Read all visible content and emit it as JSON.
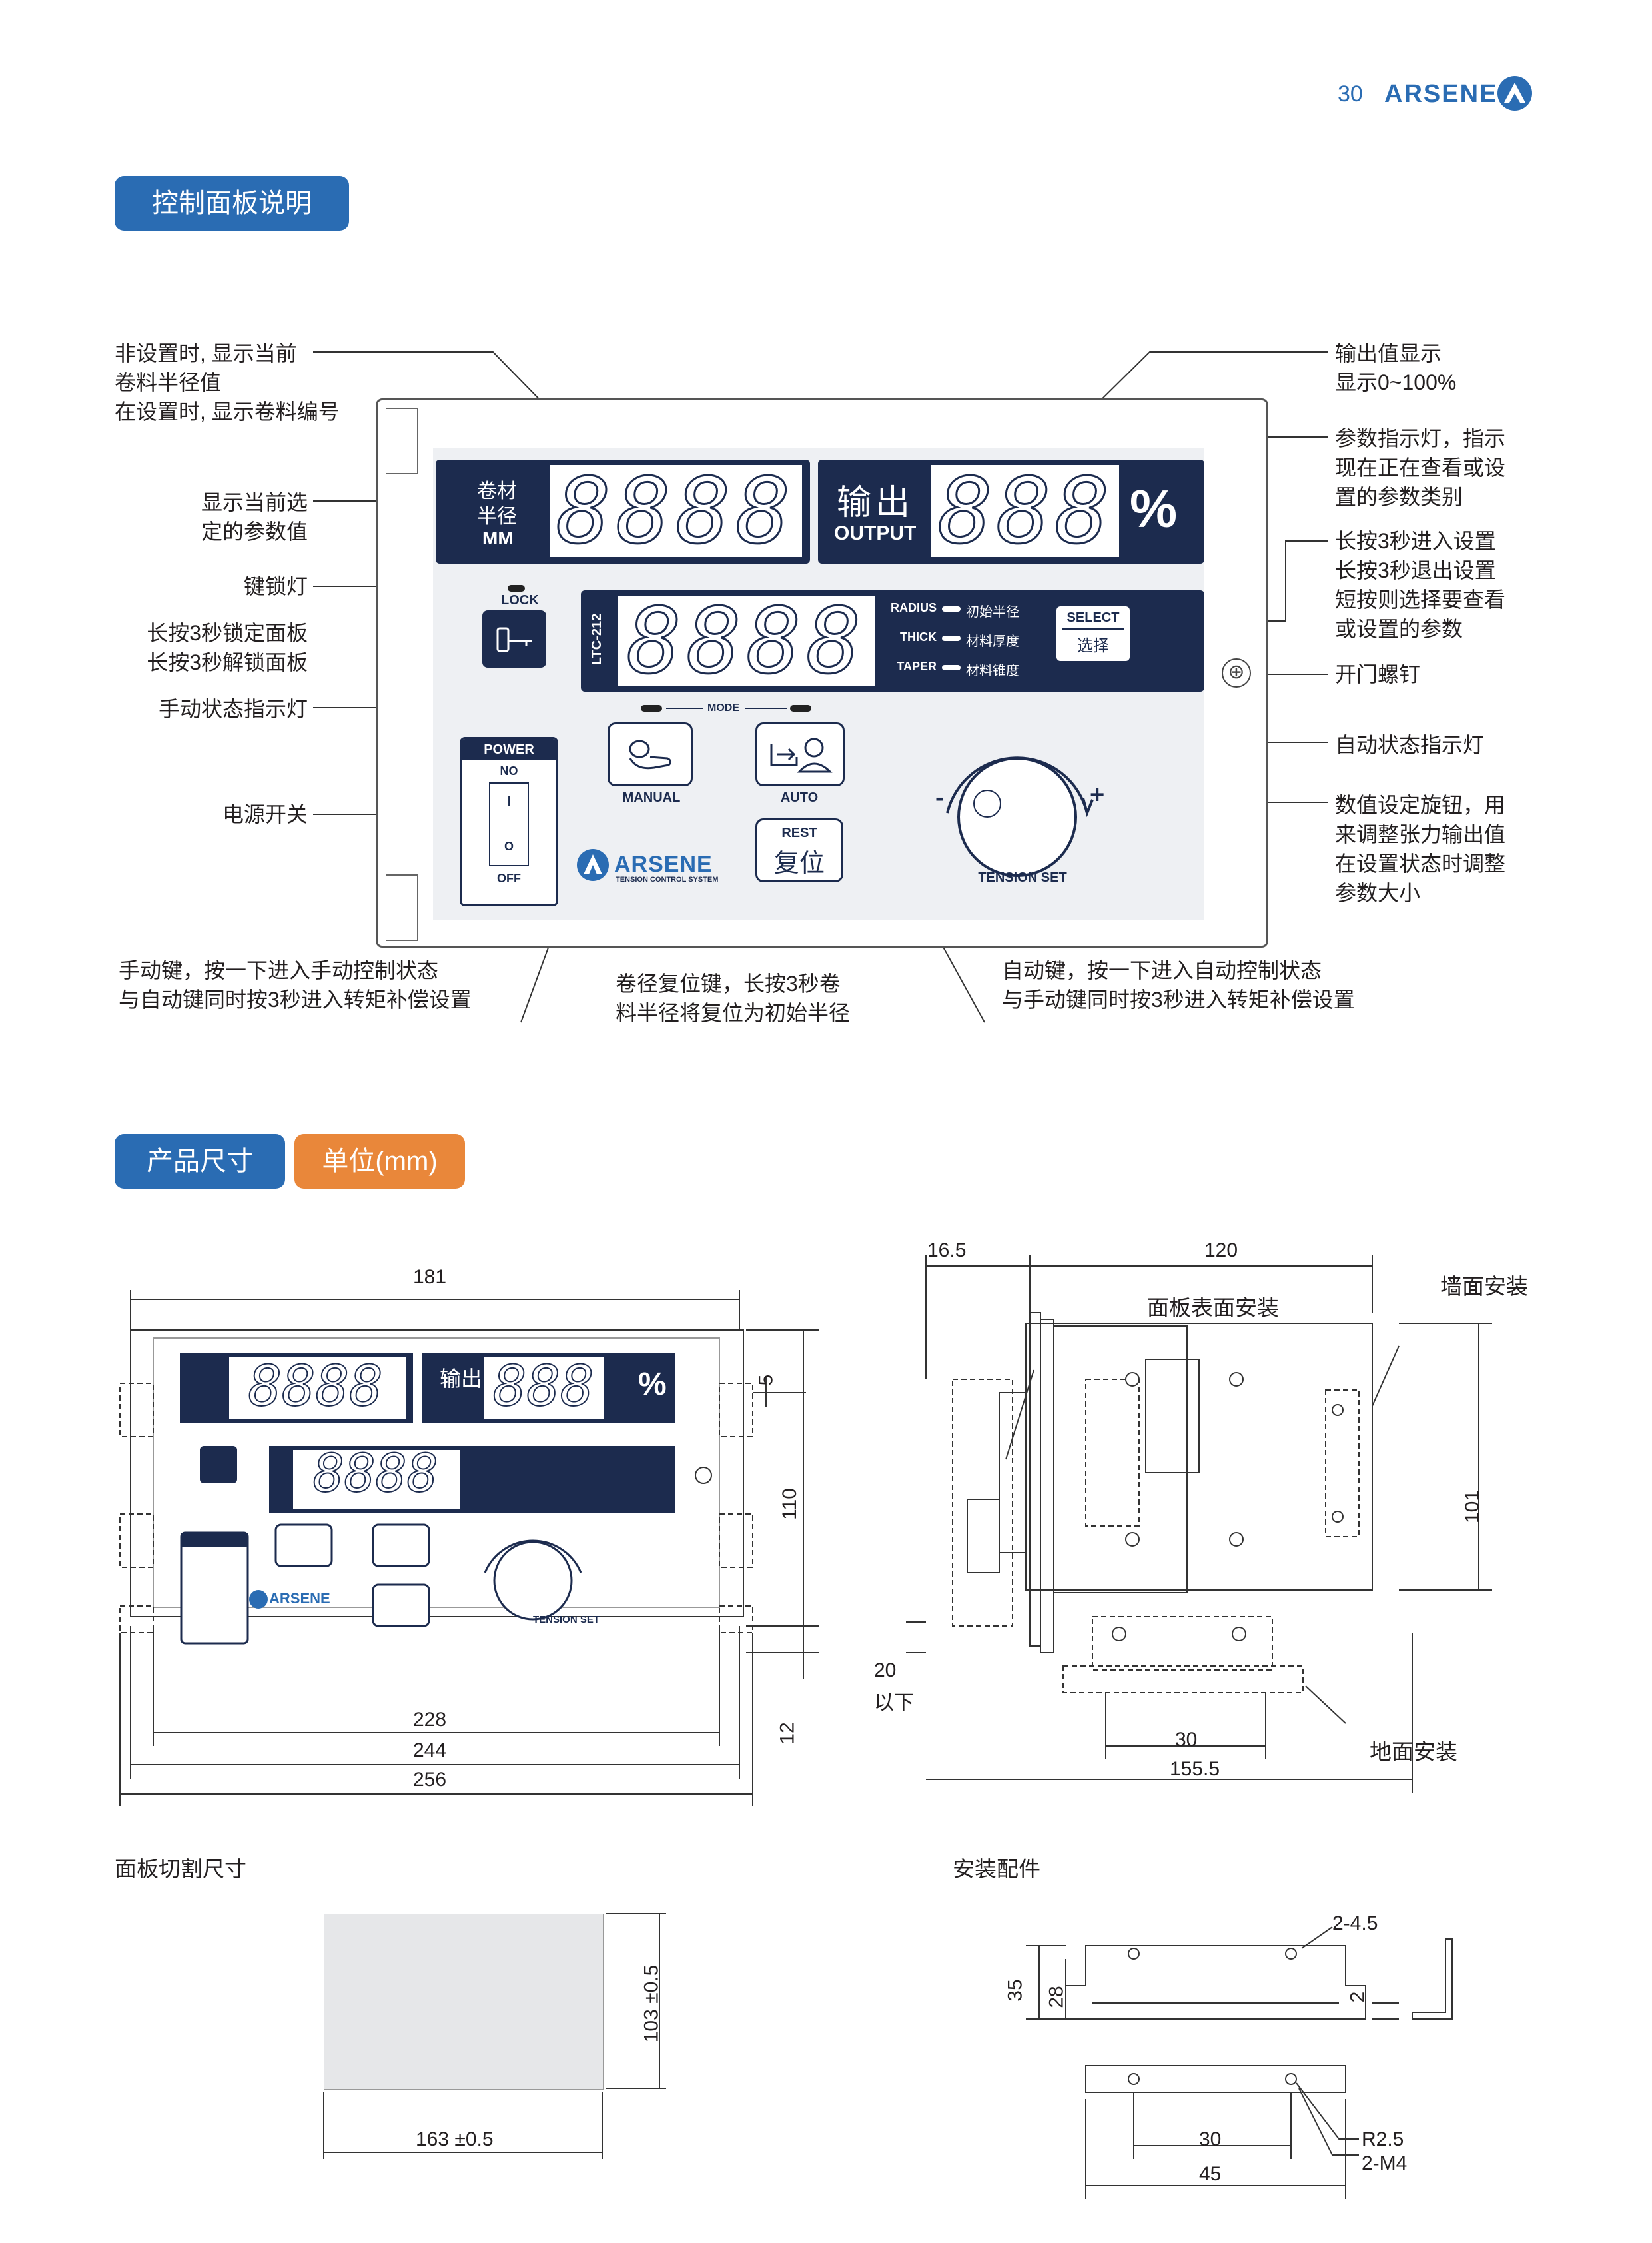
{
  "header": {
    "page_number": "30",
    "brand": "ARSENE",
    "accent": "#2a6cb3",
    "orange": "#e9873a",
    "panel_dark": "#1c2b4e"
  },
  "section1": {
    "title": "控制面板说明",
    "annotations": {
      "radius_display": "非设置时, 显示当前\n卷料半径值\n在设置时, 显示卷料编号",
      "param_value": "显示当前选\n定的参数值",
      "lock_lamp": "键锁灯",
      "lock_key": "长按3秒锁定面板\n长按3秒解锁面板",
      "manual_lamp": "手动状态指示灯",
      "power_switch": "电源开关",
      "manual_key": "手动键，按一下进入手动控制状态\n与自动键同时按3秒进入转矩补偿设置",
      "reset_key": "卷径复位键，长按3秒卷\n料半径将复位为初始半径",
      "auto_key": "自动键，按一下进入自动控制状态\n与手动键同时按3秒进入转矩补偿设置",
      "output_display": "输出值显示\n显示0~100%",
      "param_lamp": "参数指示灯，指示\n现在正在查看或设\n置的参数类别",
      "select_key": "长按3秒进入设置\n长按3秒退出设置\n短按则选择要查看\n或设置的参数",
      "door_screw": "开门螺钉",
      "auto_lamp": "自动状态指示灯",
      "knob": "数值设定旋钮，用\n来调整张力输出值\n在设置状态时调整\n参数大小"
    }
  },
  "panel": {
    "radius_label_1": "卷材",
    "radius_label_2": "半径",
    "radius_unit": "MM",
    "radius_digits": "8888",
    "output_label_cn": "输出",
    "output_label_en": "OUTPUT",
    "output_digits": "888",
    "percent": "%",
    "model": "LTC-212",
    "param_digits": "8888",
    "params": [
      {
        "en": "RADIUS",
        "cn": "初始半径"
      },
      {
        "en": "THICK",
        "cn": "材料厚度"
      },
      {
        "en": "TAPER",
        "cn": "材料锥度"
      }
    ],
    "select_en": "SELECT",
    "select_cn": "选择",
    "lock": "LOCK",
    "mode": "MODE",
    "power": "POWER",
    "power_on": "NO",
    "power_i": "I",
    "power_o": "O",
    "power_off": "OFF",
    "manual": "MANUAL",
    "auto": "AUTO",
    "rest_en": "REST",
    "rest_cn": "复位",
    "brand": "ARSENE",
    "brand_sub": "TENSION CONTROL SYSTEM",
    "minus": "-",
    "plus": "+",
    "tension_set": "TENSION SET"
  },
  "section2": {
    "title": "产品尺寸",
    "unit_tag": "单位(mm)",
    "front_dims": {
      "w181": "181",
      "w228": "228",
      "w244": "244",
      "w256": "256",
      "h110": "110",
      "h5": "5",
      "h12": "12"
    },
    "side_dims": {
      "d16": "16.5",
      "d120": "120",
      "h101": "101",
      "b30": "30",
      "b155": "155.5",
      "h20": "20",
      "below": "以下"
    },
    "side_labels": {
      "panel_mount": "面板表面安装",
      "wall_mount": "墙面安装",
      "floor_mount": "地面安装"
    },
    "cutout": {
      "title": "面板切割尺寸",
      "w": "163 ±0.5",
      "h": "103 ±0.5"
    },
    "accessory": {
      "title": "安装配件",
      "holes": "2-4.5",
      "h35": "35",
      "h28": "28",
      "t2": "2",
      "r": "R2.5",
      "m4": "2-M4",
      "w30": "30",
      "w45": "45"
    }
  }
}
